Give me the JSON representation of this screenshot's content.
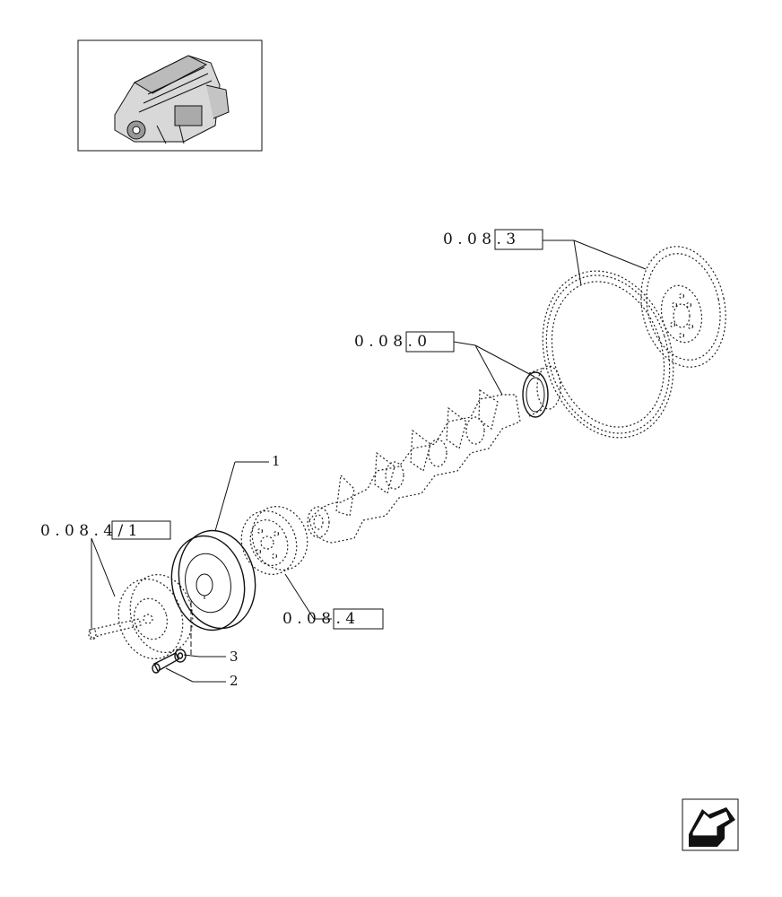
{
  "references": {
    "flywheel": "0 . 0 8 . 3",
    "gear": "0 . 0 8 . 0",
    "pulley_left": "0 . 0 8 . 4 / 1",
    "hub": "0 . 0 8 . 4"
  },
  "callouts": {
    "damper": "1",
    "screw": "2",
    "washer": "3"
  },
  "icons": {
    "thumbnail": "engine-thumbnail-icon",
    "navigation": "previous-page-arrow-icon"
  }
}
